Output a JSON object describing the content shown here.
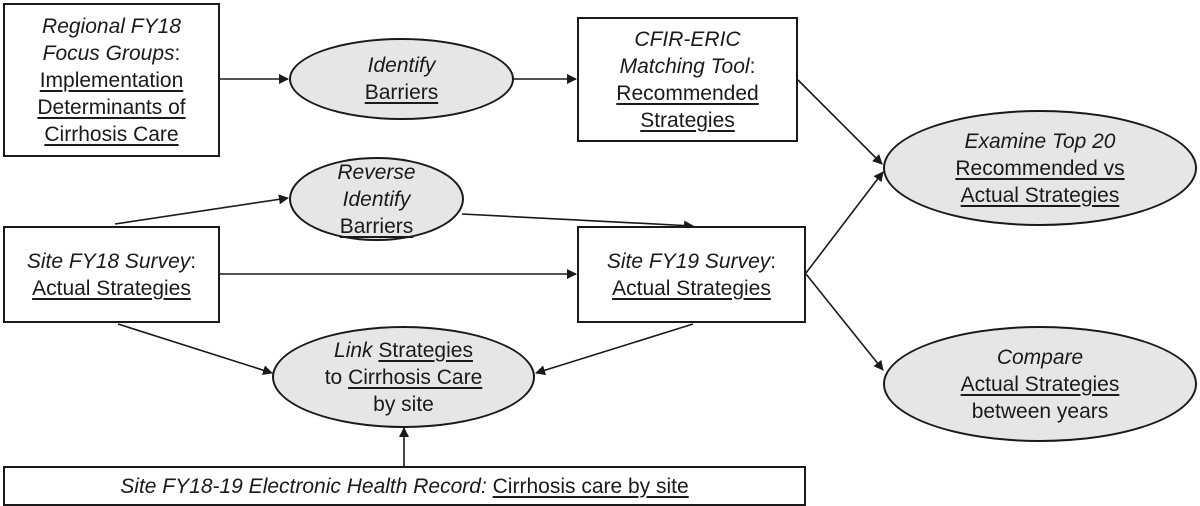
{
  "regional": {
    "it1": "Regional FY18",
    "it2": "Focus Groups",
    "colon": ":",
    "ul1": "Implementation",
    "ul2": "Determinants of",
    "ul3": "Cirrhosis Care"
  },
  "identify": {
    "it": "Identify",
    "ul": "Barriers"
  },
  "cfir": {
    "it1": "CFIR-ERIC",
    "it2": "Matching Tool",
    "colon": ":",
    "ul1": "Recommended",
    "ul2": "Strategies"
  },
  "examine": {
    "it": "Examine Top 20",
    "ul1": "Recommended vs",
    "ul2": "Actual Strategies"
  },
  "reverse": {
    "it1": "Reverse",
    "it2": "Identify",
    "ul": "Barriers"
  },
  "site18": {
    "it": "Site FY18 Survey",
    "colon": ":",
    "ul": "Actual Strategies"
  },
  "site19": {
    "it": "Site FY19 Survey",
    "colon": ":",
    "ul": "Actual Strategies"
  },
  "compare": {
    "it": "Compare",
    "ul": "Actual Strategies",
    "plain": "between years"
  },
  "link": {
    "it": "Link",
    "ul1": "Strategies",
    "to": "to",
    "ul2": "Cirrhosis Care",
    "plain": "by site"
  },
  "ehr": {
    "it": "Site FY18-19 Electronic Health Record:",
    "ul": "Cirrhosis care by site"
  }
}
